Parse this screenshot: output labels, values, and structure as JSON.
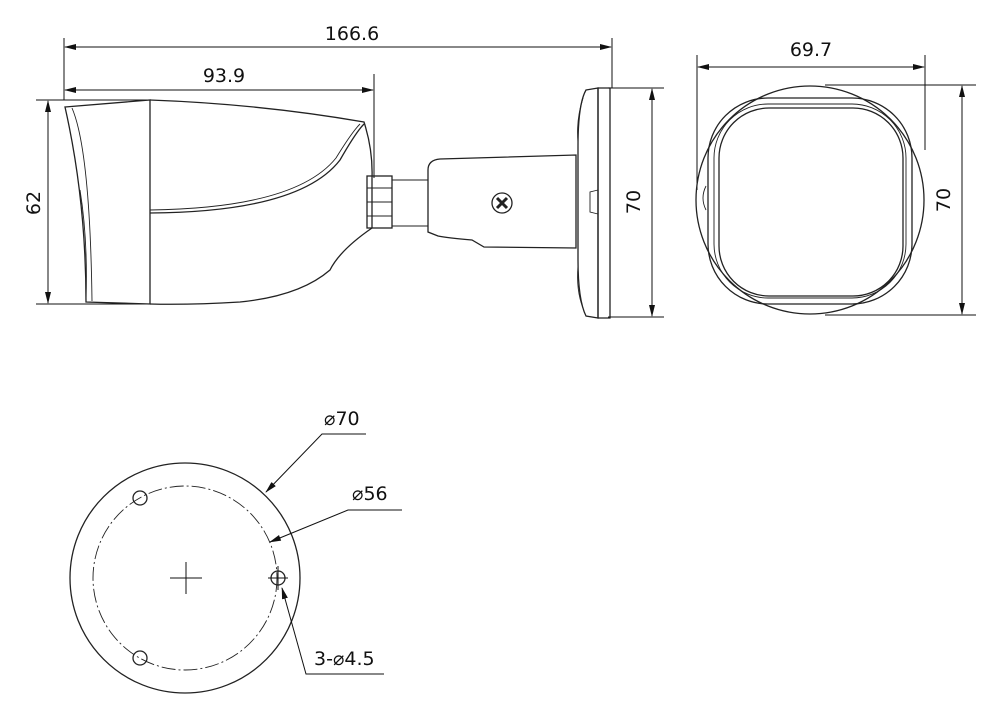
{
  "side_view": {
    "overall_length": "166.6",
    "body_length": "93.9",
    "body_height": "62",
    "bracket_height": "70"
  },
  "front_view": {
    "width": "69.7",
    "height": "70"
  },
  "base_view": {
    "outer_diameter": "⌀70",
    "hole_circle_diameter": "⌀56",
    "holes": "3-⌀4.5"
  },
  "colors": {
    "line": "#222222",
    "background": "#ffffff"
  }
}
